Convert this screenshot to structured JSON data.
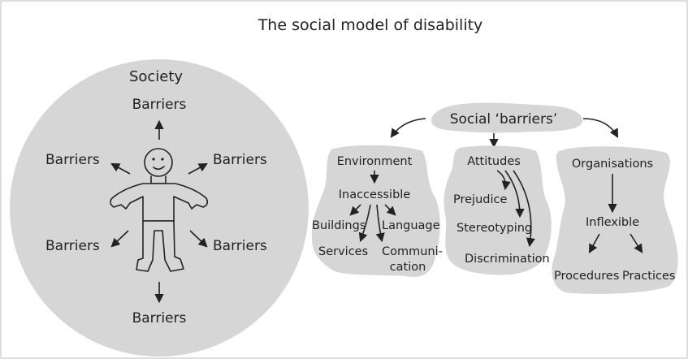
{
  "title": "The social model of disability",
  "society": {
    "label": "Society",
    "barriers_top": "Barriers",
    "barriers_upper_left": "Barriers",
    "barriers_upper_right": "Barriers",
    "barriers_lower_left": "Barriers",
    "barriers_lower_right": "Barriers",
    "barriers_bottom": "Barriers"
  },
  "social_barriers": {
    "heading": "Social ‘barriers’",
    "environment": {
      "title": "Environment",
      "sub": "Inaccessible",
      "buildings": "Buildings",
      "language": "Language",
      "services": "Services",
      "communication_1": "Communi-",
      "communication_2": "cation"
    },
    "attitudes": {
      "title": "Attitudes",
      "prejudice": "Prejudice",
      "stereotyping": "Stereotyping",
      "discrimination": "Discrimination"
    },
    "organisations": {
      "title": "Organisations",
      "sub": "Inflexible",
      "procedures": "Procedures",
      "practices": "Practices"
    }
  },
  "colors": {
    "blob_fill": "#d6d6d6",
    "ink": "#222222",
    "frame": "#bbbbbb"
  }
}
